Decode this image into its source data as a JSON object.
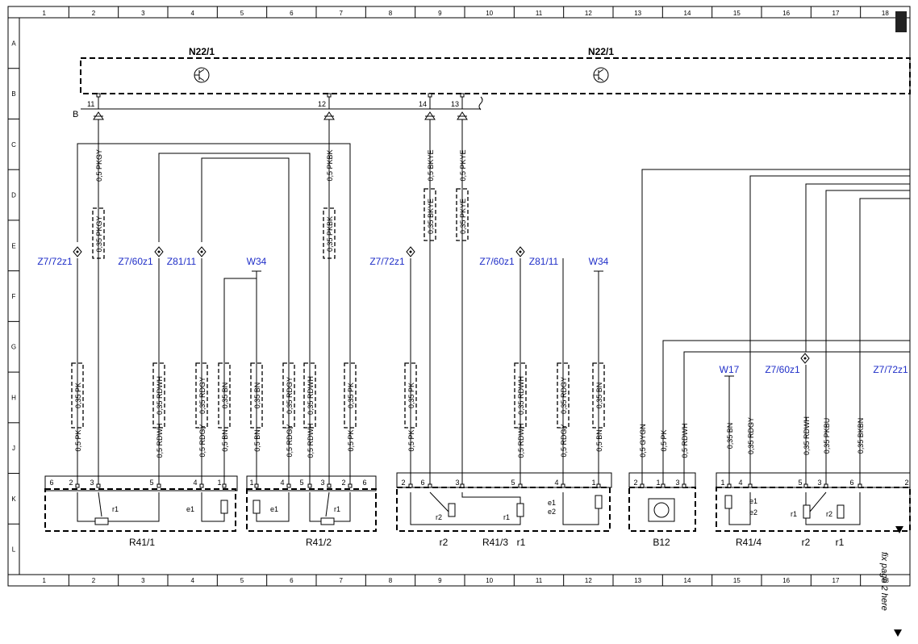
{
  "grid": {
    "columns": [
      "1",
      "2",
      "3",
      "4",
      "5",
      "6",
      "7",
      "8",
      "9",
      "10",
      "11",
      "12",
      "13",
      "14",
      "15",
      "16",
      "17",
      "18"
    ],
    "rows": [
      "A",
      "B",
      "C",
      "D",
      "E",
      "F",
      "G",
      "H",
      "J",
      "K",
      "L"
    ]
  },
  "control_unit": {
    "label_left": "N22/1",
    "label_right": "N22/1",
    "connector": "B"
  },
  "pins_top": [
    "11",
    "12",
    "14",
    "13"
  ],
  "wires_top": [
    "0,5 PKGY",
    "0,5 PKBK",
    "0,5 BKYE",
    "0,5 PKYE"
  ],
  "splice_wires": [
    "0,35 PKGY",
    "0,35 PKBK",
    "0,35 BKYE",
    "0,35 PKYE"
  ],
  "ground_labels": [
    "Z7/72z1",
    "Z7/60z1",
    "Z81/11",
    "W34",
    "Z7/72z1",
    "Z7/60z1",
    "Z81/11",
    "W34",
    "W17",
    "Z7/60z1",
    "Z7/72z1"
  ],
  "branch_wires": [
    "0,35 PK",
    "0,35 RDWH",
    "0,35 RDGY",
    "0,35 BN",
    "0,35 BN",
    "0,35 RDGY",
    "0,35 RDWH",
    "0,35 PK",
    "0,35 PK",
    "0,35 RDWH",
    "0,35 RDGY",
    "0,35 BN",
    "0,35 BN",
    "0,35 RDGY",
    "0,35 RDWH",
    "0,35 PKBU",
    "0,35 BKBN"
  ],
  "lower_wires": [
    "0,5 PK",
    "0,5 RDWH",
    "0,5 RDGY",
    "0,5 BN",
    "0,5 BN",
    "0,5 RDGY",
    "0,5 RDWH",
    "0,5 PK",
    "0,5 PK",
    "0,5 RDWH",
    "0,5 RDGY",
    "0,5 BN",
    "0,5 GYGN",
    "0,5 PK",
    "0,5 RDWH"
  ],
  "components": [
    "R41/1",
    "R41/2",
    "R41/3",
    "B12",
    "R41/4"
  ],
  "pin_numbers": {
    "r41_1": [
      "6",
      "2",
      "3",
      "5",
      "4",
      "1"
    ],
    "r41_2": [
      "1",
      "4",
      "5",
      "3",
      "2",
      "6"
    ],
    "r41_3": [
      "2",
      "6",
      "3",
      "5",
      "4",
      "1"
    ],
    "b12": [
      "2",
      "1",
      "3"
    ],
    "r41_4": [
      "1",
      "4",
      "5",
      "3",
      "6",
      "2"
    ]
  },
  "inner_labels": [
    "r1",
    "e1",
    "e1",
    "r1",
    "r2",
    "r1",
    "e1",
    "e2",
    "e1",
    "e2",
    "r1",
    "r2"
  ],
  "sub_labels": [
    "r2",
    "r1",
    "r2",
    "r1"
  ],
  "page_note": "fix page 2 here"
}
